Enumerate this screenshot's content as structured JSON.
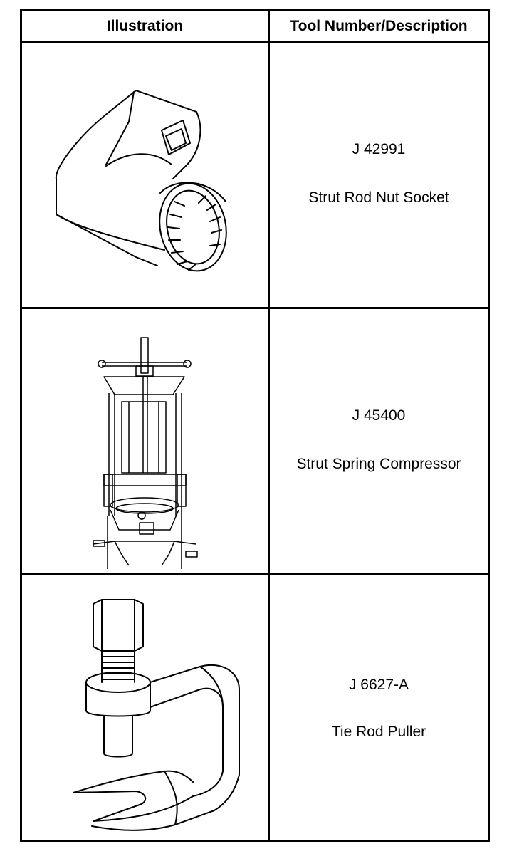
{
  "table": {
    "headers": [
      "Illustration",
      "Tool Number/Description"
    ],
    "rows": [
      {
        "tool_number": "J 42991",
        "description": "Strut Rod Nut Socket",
        "illustration_icon": "strut-rod-nut-socket-icon"
      },
      {
        "tool_number": "J 45400",
        "description": "Strut Spring Compressor",
        "illustration_icon": "strut-spring-compressor-icon"
      },
      {
        "tool_number": "J 6627-A",
        "description": "Tie Rod Puller",
        "illustration_icon": "tie-rod-puller-icon"
      }
    ]
  }
}
